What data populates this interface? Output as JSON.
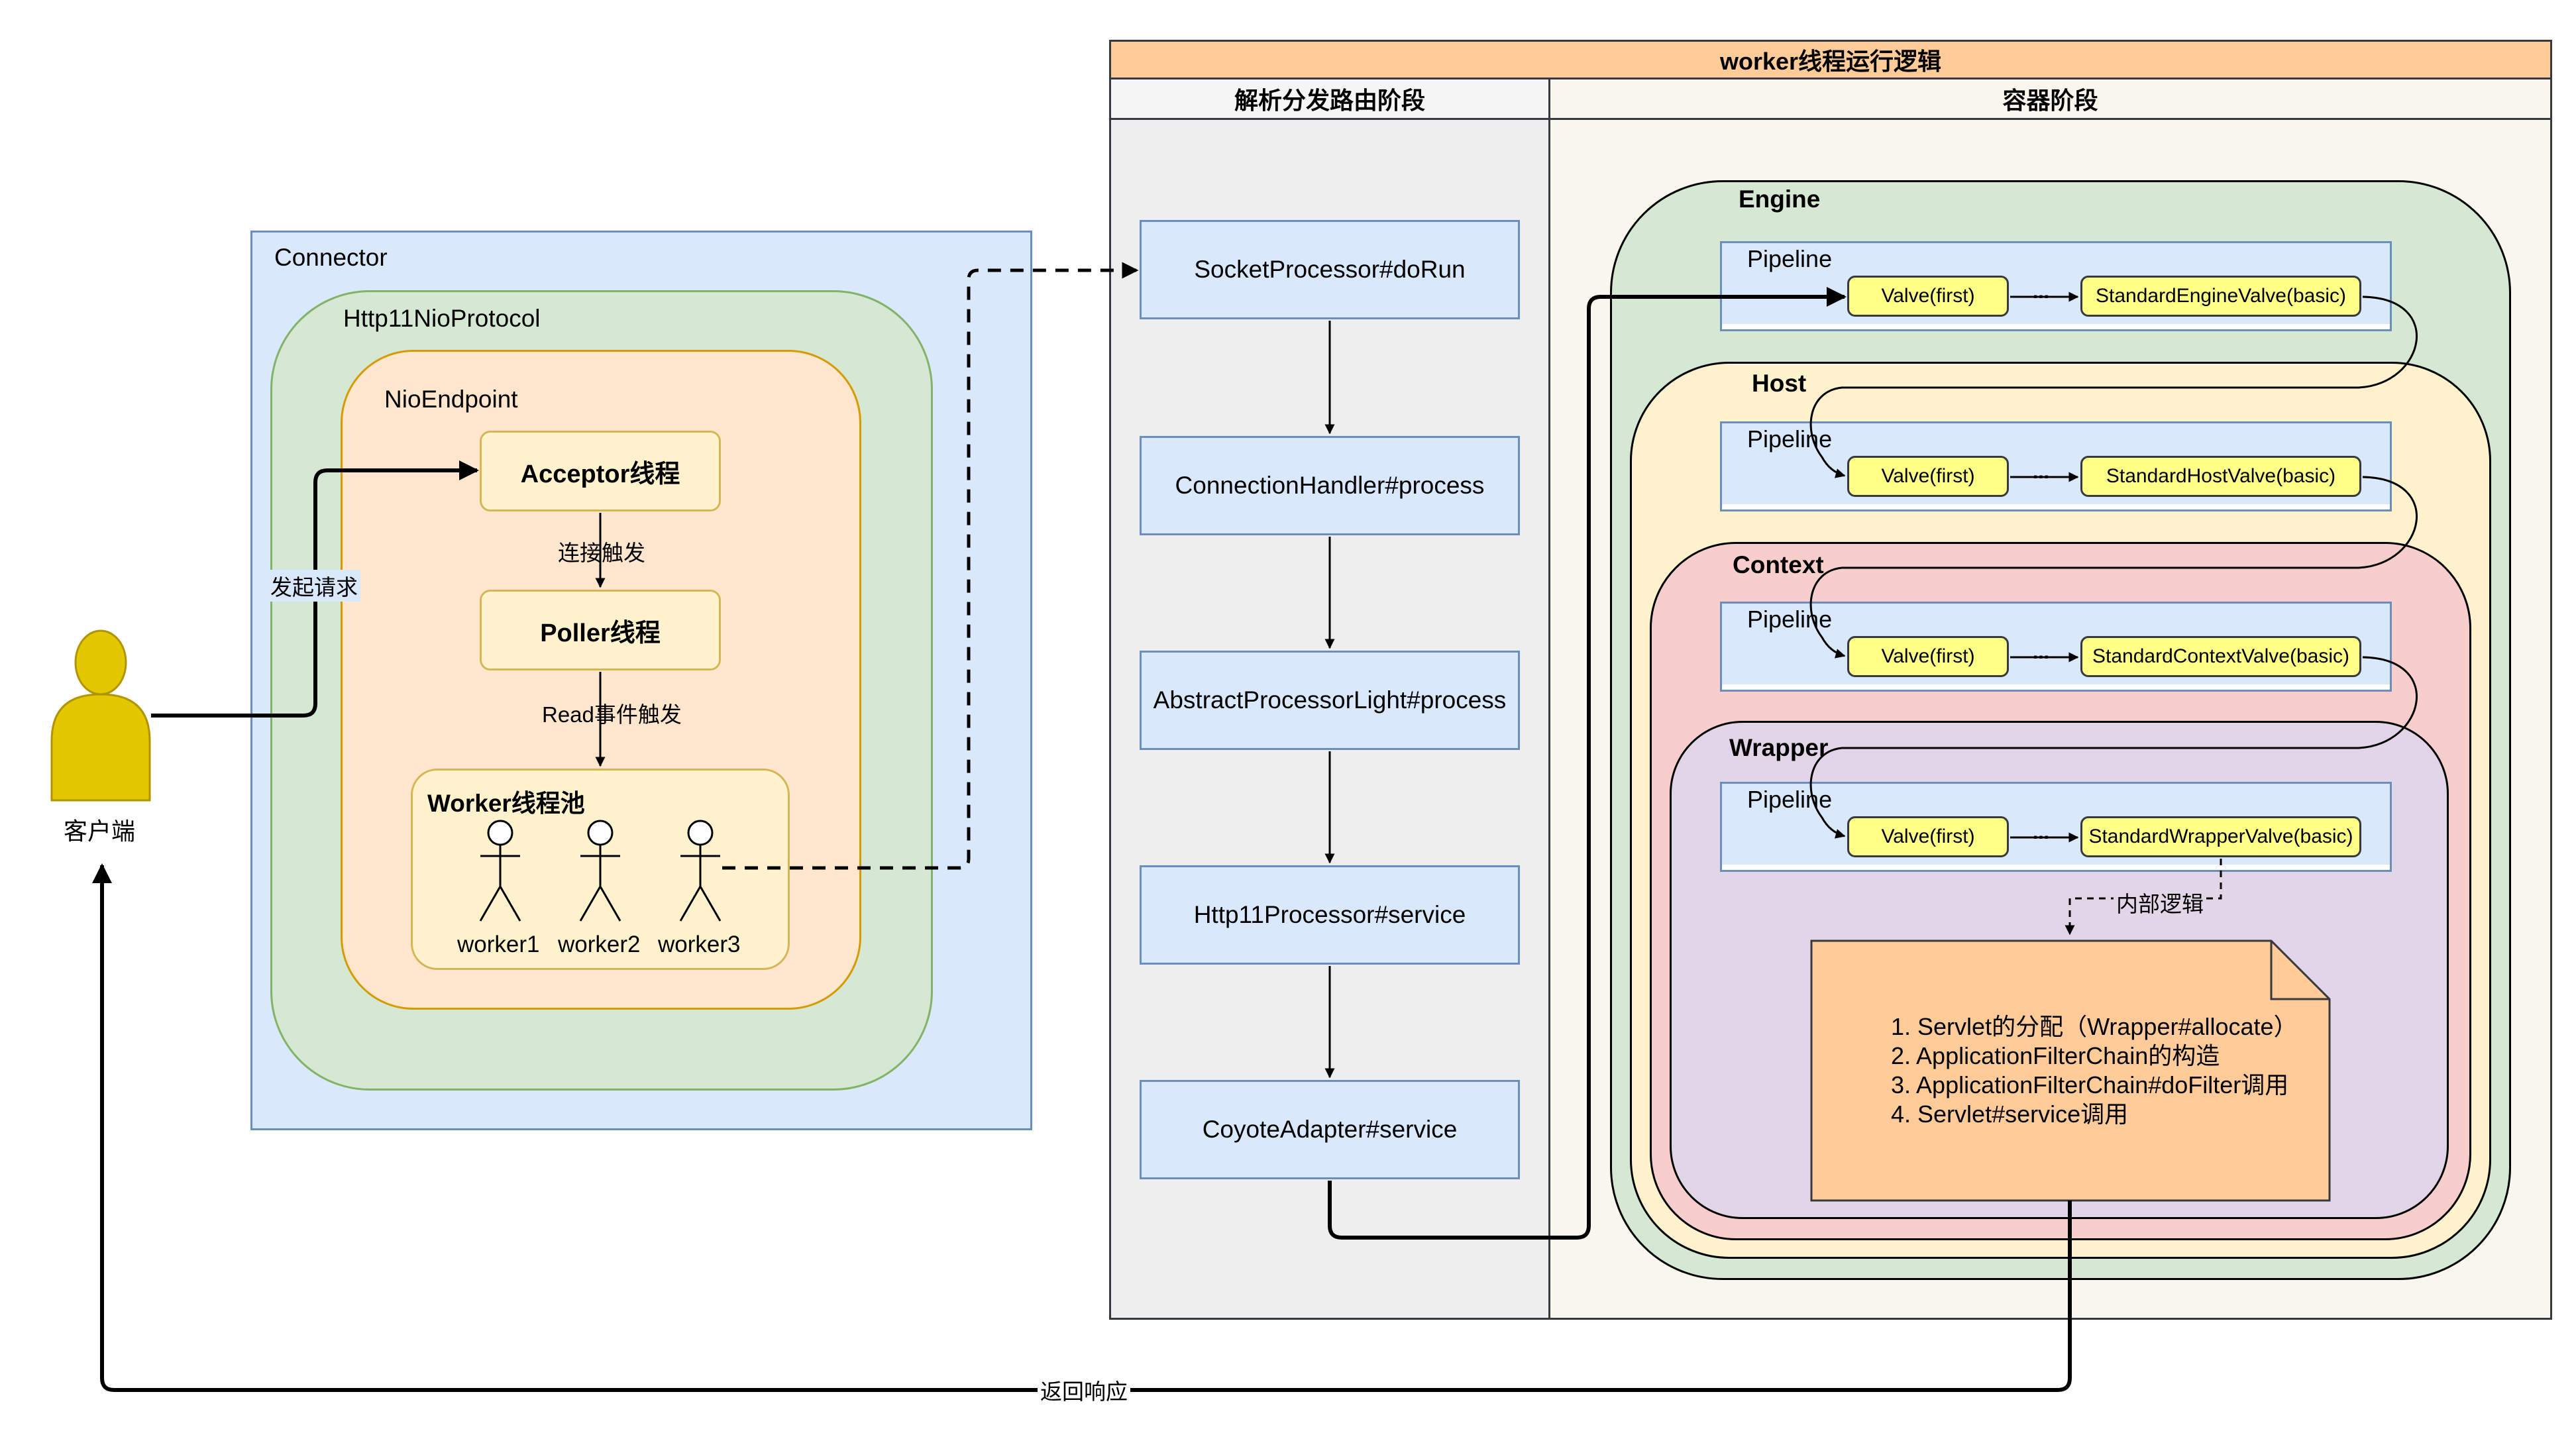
{
  "connector": {
    "label": "Connector",
    "protocol_label": "Http11NioProtocol",
    "endpoint_label": "NioEndpoint",
    "acceptor": "Acceptor线程",
    "connect_trigger": "连接触发",
    "poller": "Poller线程",
    "read_trigger": "Read事件触发",
    "pool_label": "Worker线程池",
    "workers": [
      "worker1",
      "worker2",
      "worker3"
    ]
  },
  "client": {
    "label": "客户端",
    "request_label": "发起请求",
    "response_label": "返回响应"
  },
  "worker_logic": {
    "title": "worker线程运行逻辑",
    "stage1": "解析分发路由阶段",
    "stage2": "容器阶段",
    "steps": [
      "SocketProcessor#doRun",
      "ConnectionHandler#process",
      "AbstractProcessorLight#process",
      "Http11Processor#service",
      "CoyoteAdapter#service"
    ]
  },
  "containers": {
    "engine": "Engine",
    "host": "Host",
    "context": "Context",
    "wrapper": "Wrapper",
    "pipeline_label": "Pipeline",
    "first_valve": "Valve(first)",
    "ellipsis": "...",
    "engine_basic": "StandardEngineValve(basic)",
    "host_basic": "StandardHostValve(basic)",
    "context_basic": "StandardContextValve(basic)",
    "wrapper_basic": "StandardWrapperValve(basic)",
    "internal_logic": "内部逻辑"
  },
  "note": {
    "items": [
      "1.  Servlet的分配（Wrapper#allocate）",
      "2.       ApplicationFilterChain的构造",
      "3.  ApplicationFilterChain#doFilter调用",
      "4.             Servlet#service调用"
    ]
  },
  "colors": {
    "header_orange": "#ffcc99",
    "blue_fill": "#dae8fc",
    "green_fill": "#d5e8d4",
    "orange_fill": "#ffe6cc",
    "yellow_fill": "#fff2cc",
    "red_fill": "#f8cecc",
    "purple_fill": "#e1d5e7",
    "valve_fill": "#ffff88",
    "client_fill": "#e3c800"
  }
}
